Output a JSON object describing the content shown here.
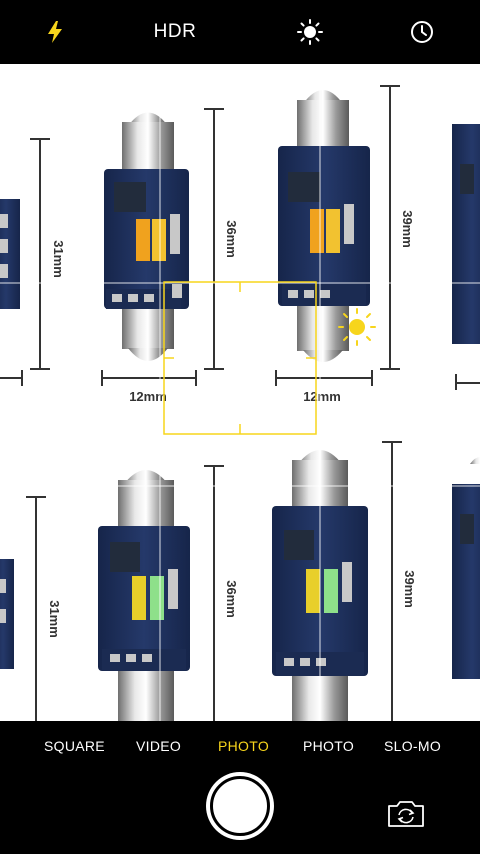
{
  "top_bar": {
    "flash_icon": "lightning-bolt-icon",
    "hdr_label": "HDR",
    "live_icon": "sun-icon",
    "timer_icon": "clock-icon"
  },
  "viewfinder": {
    "dimension_labels": {
      "row1_width_left": "12mm",
      "row1_width_right": "12mm",
      "row1_height_edge": "31mm",
      "row1_height_mid": "36mm",
      "row1_height_right": "39mm",
      "row2_height_edge": "31mm",
      "row2_height_mid": "36mm",
      "row2_height_right": "39mm"
    },
    "focus_box_color": "#f7d51c",
    "exposure_icon": "sun-exposure-icon"
  },
  "modes": {
    "items": [
      "SQUARE",
      "VIDEO",
      "PHOTO",
      "PHOTO",
      "SLO-MO"
    ],
    "active_index": 2,
    "active_color": "#f7d51c"
  },
  "bottom_bar": {
    "shutter": "shutter-button",
    "flip_icon": "camera-flip-icon"
  }
}
